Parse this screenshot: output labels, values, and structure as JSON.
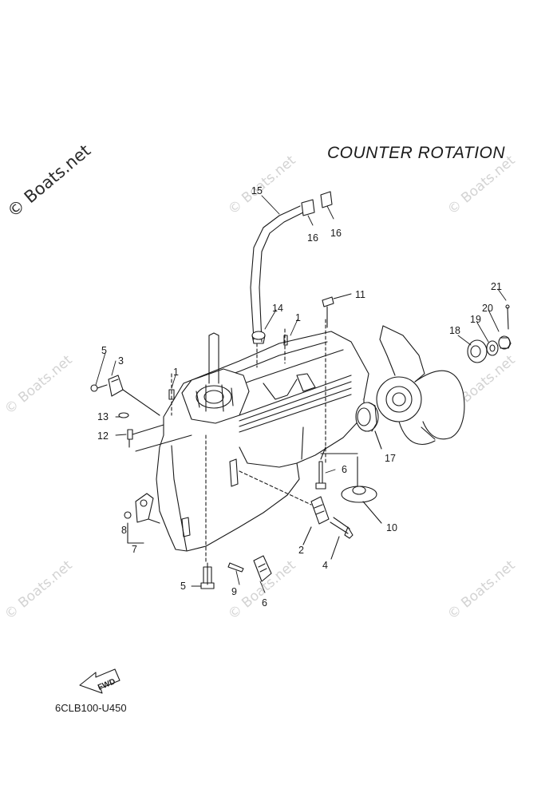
{
  "title": "COUNTER ROTATION",
  "part_code": "6CLB100-U450",
  "fwd_label": "FWD",
  "watermark": "© Boats.net",
  "callouts": [
    "1",
    "1",
    "2",
    "3",
    "4",
    "5",
    "5",
    "6",
    "6",
    "7",
    "8",
    "9",
    "10",
    "11",
    "12",
    "13",
    "14",
    "15",
    "16",
    "16",
    "17",
    "18",
    "19",
    "20",
    "21"
  ],
  "colors": {
    "line": "#1a1a1a",
    "watermark": "#d3d3d3"
  }
}
